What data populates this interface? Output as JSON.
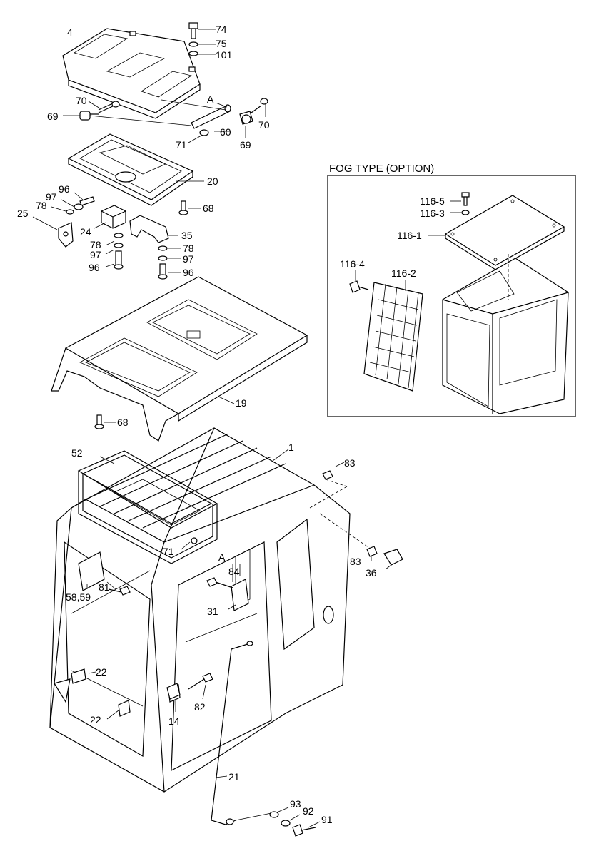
{
  "option_box": {
    "title": "FOG TYPE (OPTION)"
  },
  "labels": {
    "p4": "4",
    "p74": "74",
    "p75": "75",
    "p101": "101",
    "p70a": "70",
    "p69a": "69",
    "pA1": "A",
    "p70b": "70",
    "p60": "60",
    "p71a": "71",
    "p69b": "69",
    "p20": "20",
    "p96a": "96",
    "p97a": "97",
    "p78a": "78",
    "p25": "25",
    "p68a": "68",
    "p24": "24",
    "p35": "35",
    "p78b": "78",
    "p97b": "97",
    "p96b": "96",
    "p78c": "78",
    "p97c": "97",
    "p96c": "96",
    "p19": "19",
    "p68b": "68",
    "p1": "1",
    "p52": "52",
    "p83a": "83",
    "p71b": "71",
    "pA2": "A",
    "p83b": "83",
    "p36": "36",
    "p84": "84",
    "p81": "81",
    "p5859": "58,59",
    "p31": "31",
    "p22a": "22",
    "p22b": "22",
    "p82": "82",
    "p14": "14",
    "p21": "21",
    "p93": "93",
    "p92": "92",
    "p91": "91",
    "p1165": "116-5",
    "p1163": "116-3",
    "p1161": "116-1",
    "p1164": "116-4",
    "p1162": "116-2"
  }
}
